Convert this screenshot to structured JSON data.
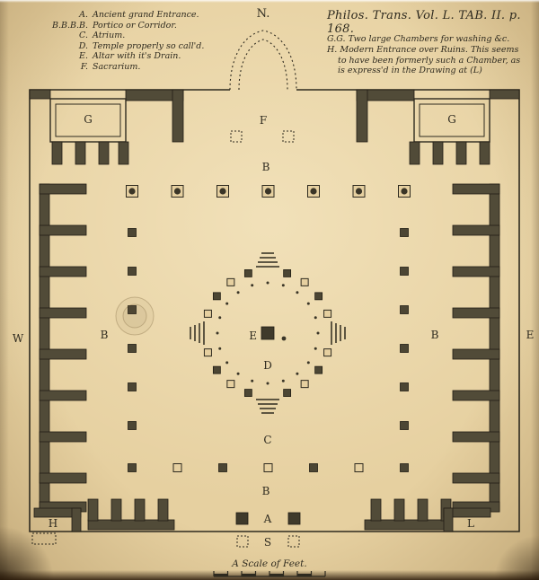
{
  "page": {
    "title_plate": "Philos. Trans. Vol. L. TAB. II. p. 168.",
    "north_label": "N.",
    "scale_caption": "A Scale of Feet."
  },
  "legend_left": {
    "items": [
      {
        "key": "A.",
        "text": "Ancient grand Entrance."
      },
      {
        "key": "B.B.B.B.",
        "text": "Portico or Corridor."
      },
      {
        "key": "C.",
        "text": "Atrium."
      },
      {
        "key": "D.",
        "text": "Temple properly so call'd."
      },
      {
        "key": "E.",
        "text": "Altar with it's Drain."
      },
      {
        "key": "F.",
        "text": "Sacrarium."
      }
    ]
  },
  "legend_right": {
    "items": [
      {
        "key": "G.G.",
        "text": "Two large Chambers for washing &c."
      },
      {
        "key": "H.",
        "text": "Modern Entrance over Ruins. This seems to have been formerly such a Chamber, as is express'd in the Drawing at (L)"
      }
    ]
  },
  "plan_labels": {
    "g_left": "G",
    "g_right": "G",
    "f": "F",
    "b_top": "B",
    "b_left": "B",
    "b_right": "B",
    "b_bottom": "B",
    "w": "W",
    "e_outer": "E",
    "e_altar": "E",
    "d": "D",
    "c": "C",
    "a": "A",
    "s": "S",
    "h": "H",
    "l": "L"
  },
  "colors": {
    "paper": "#e6d0a0",
    "ink": "#2e2a1f",
    "wall": "#514b38"
  }
}
